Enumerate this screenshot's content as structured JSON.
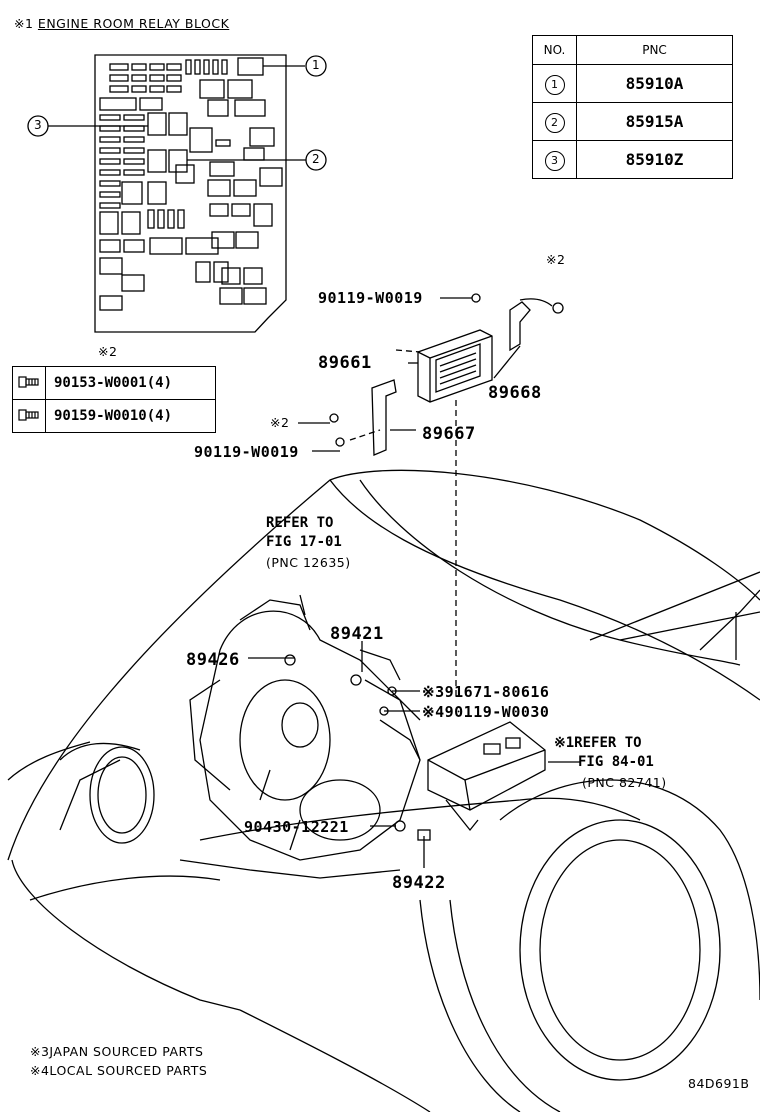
{
  "relay_block": {
    "note_mark": "※1",
    "title": "ENGINE ROOM RELAY BLOCK"
  },
  "callouts": {
    "c1": "1",
    "c2": "2",
    "c3": "3"
  },
  "pnc_table": {
    "header_no": "NO.",
    "header_pnc": "PNC",
    "rows": [
      {
        "no": "1",
        "pnc": "85910A"
      },
      {
        "no": "2",
        "pnc": "85915A"
      },
      {
        "no": "3",
        "pnc": "85910Z"
      }
    ]
  },
  "bolt_table": {
    "note_mark": "※2",
    "rows": [
      {
        "icon": "bolt-icon",
        "part": "90153-W0001(4)"
      },
      {
        "icon": "bolt-icon",
        "part": "90159-W0010(4)"
      }
    ]
  },
  "parts": {
    "p90119_top": "90119-W0019",
    "mark2_top": "※2",
    "p89661": "89661",
    "p89668": "89668",
    "mark2_left": "※2",
    "p89667": "89667",
    "p90119_left": "90119-W0019",
    "p89421": "89421",
    "p89426": "89426",
    "p91671": "※391671-80616",
    "p90119_w0030": "※490119-W0030",
    "p90430": "90430-12221",
    "p89422": "89422"
  },
  "refer_1701": {
    "line1": "REFER TO",
    "line2": "FIG 17-01",
    "line3": "(PNC 12635)"
  },
  "refer_8401": {
    "line1": "※1REFER TO",
    "line2": "FIG 84-01",
    "line3": "(PNC 82741)"
  },
  "footnotes": {
    "n3": "※3JAPAN SOURCED PARTS",
    "n4": "※4LOCAL SOURCED PARTS"
  },
  "figure_id": "84D691B"
}
